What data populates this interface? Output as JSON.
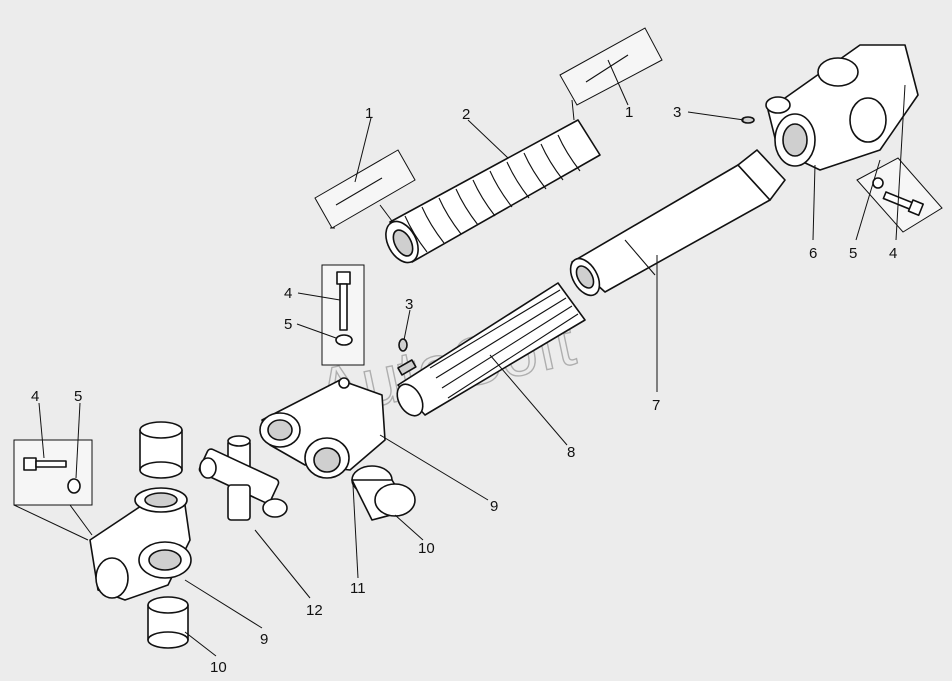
{
  "watermark": "AutoSoft",
  "callouts": [
    {
      "id": "c1a",
      "text": "1"
    },
    {
      "id": "c1b",
      "text": "1"
    },
    {
      "id": "c2",
      "text": "2"
    },
    {
      "id": "c3a",
      "text": "3"
    },
    {
      "id": "c3b",
      "text": "3"
    },
    {
      "id": "c4a",
      "text": "4"
    },
    {
      "id": "c4b",
      "text": "4"
    },
    {
      "id": "c4c",
      "text": "4"
    },
    {
      "id": "c5a",
      "text": "5"
    },
    {
      "id": "c5b",
      "text": "5"
    },
    {
      "id": "c5c",
      "text": "5"
    },
    {
      "id": "c6",
      "text": "6"
    },
    {
      "id": "c7",
      "text": "7"
    },
    {
      "id": "c8",
      "text": "8"
    },
    {
      "id": "c9a",
      "text": "9"
    },
    {
      "id": "c9b",
      "text": "9"
    },
    {
      "id": "c10a",
      "text": "10"
    },
    {
      "id": "c10b",
      "text": "10"
    },
    {
      "id": "c11",
      "text": "11"
    },
    {
      "id": "c12",
      "text": "12"
    }
  ]
}
